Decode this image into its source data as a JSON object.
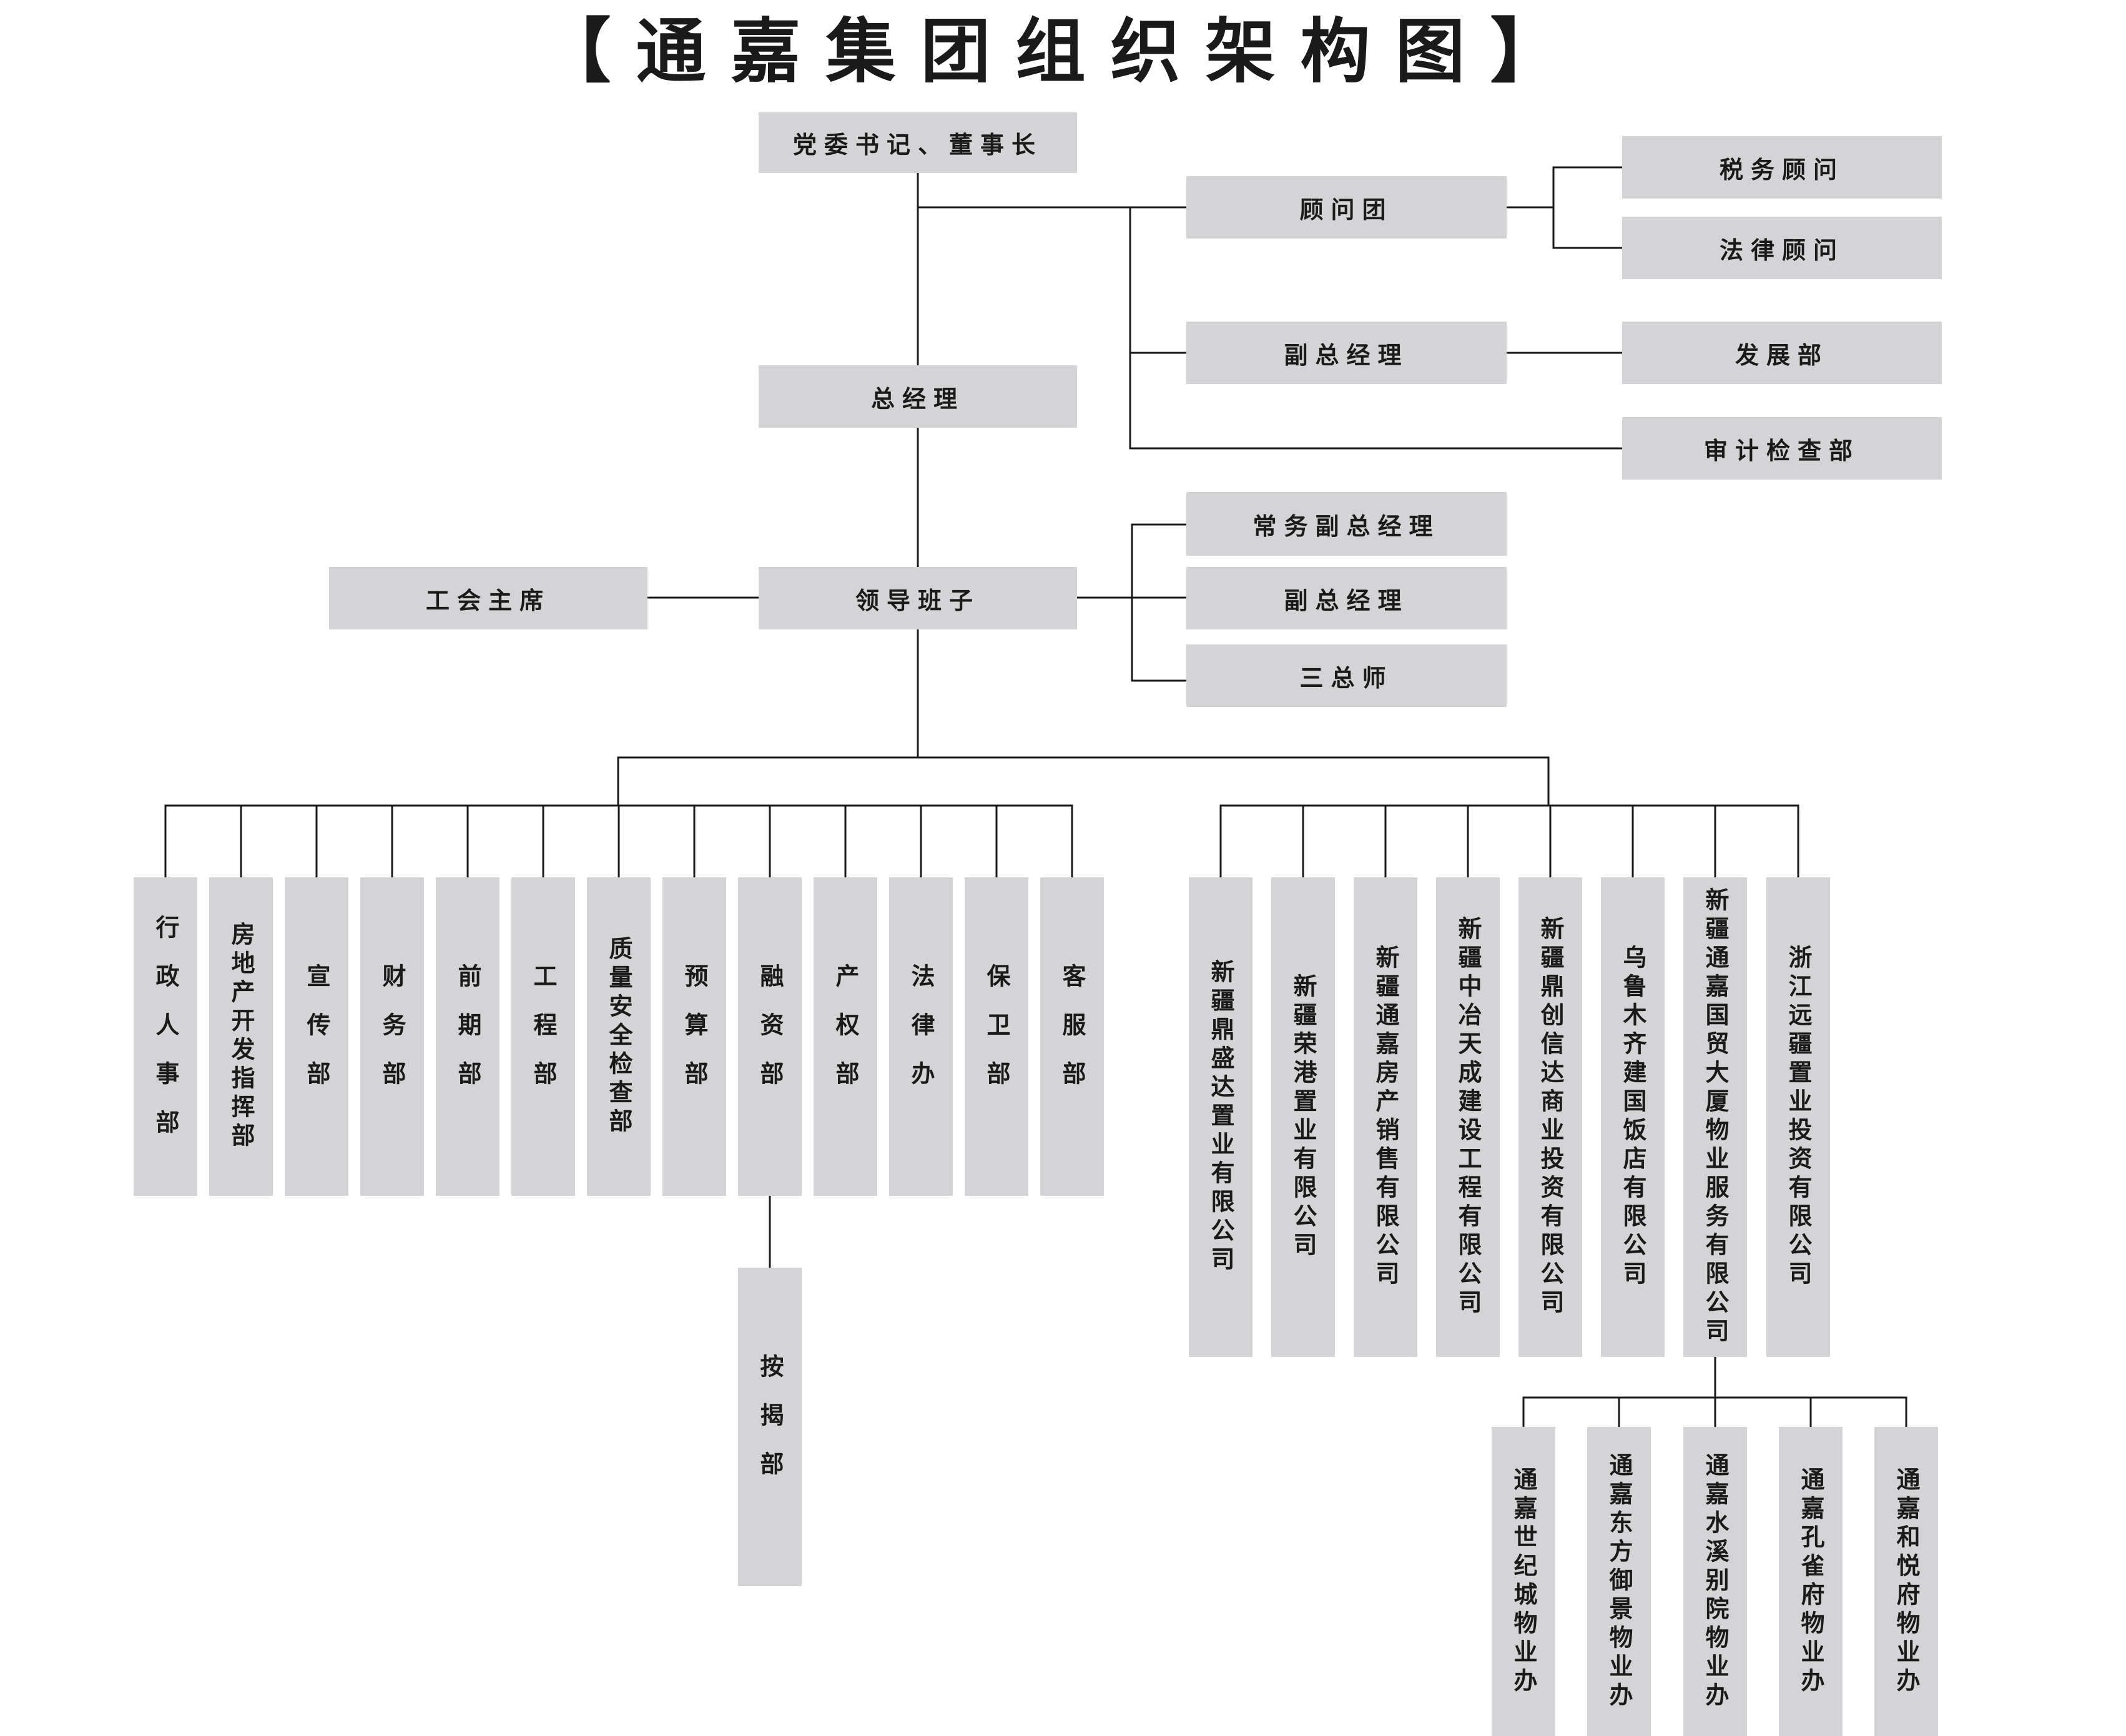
{
  "title": "【通嘉集团组织架构图】",
  "top": {
    "chairman": "党委书记、董事长",
    "general_manager": "总经理",
    "leadership": "领导班子",
    "union_chair": "工会主席"
  },
  "advisory": {
    "group": "顾问团",
    "tax": "税务顾问",
    "legal": "法律顾问",
    "vice_gm": "副总经理",
    "development": "发展部",
    "audit": "审计检查部"
  },
  "leadership_members": [
    "常务副总经理",
    "副总经理",
    "三总师"
  ],
  "departments": [
    "行政人事部",
    "房地产开发指挥部",
    "宣传部",
    "财务部",
    "前期部",
    "工程部",
    "质量安全检查部",
    "预算部",
    "融资部",
    "产权部",
    "法律办",
    "保卫部",
    "客服部"
  ],
  "financing_sub": "按揭部",
  "companies": [
    "新疆鼎盛达置业有限公司",
    "新疆荣港置业有限公司",
    "新疆通嘉房产销售有限公司",
    "新疆中冶天成建设工程有限公司",
    "新疆鼎创信达商业投资有限公司",
    "乌鲁木齐建国饭店有限公司",
    "新疆通嘉国贸大厦物业服务有限公司",
    "浙江远疆置业投资有限公司"
  ],
  "property_offices": [
    "通嘉世纪城物业办",
    "通嘉东方御景物业办",
    "通嘉水溪别院物业办",
    "通嘉孔雀府物业办",
    "通嘉和悦府物业办"
  ],
  "colors": {
    "box_fill": "#d4d4d6",
    "line": "#1a1a1a",
    "text": "#1a1a1a"
  }
}
